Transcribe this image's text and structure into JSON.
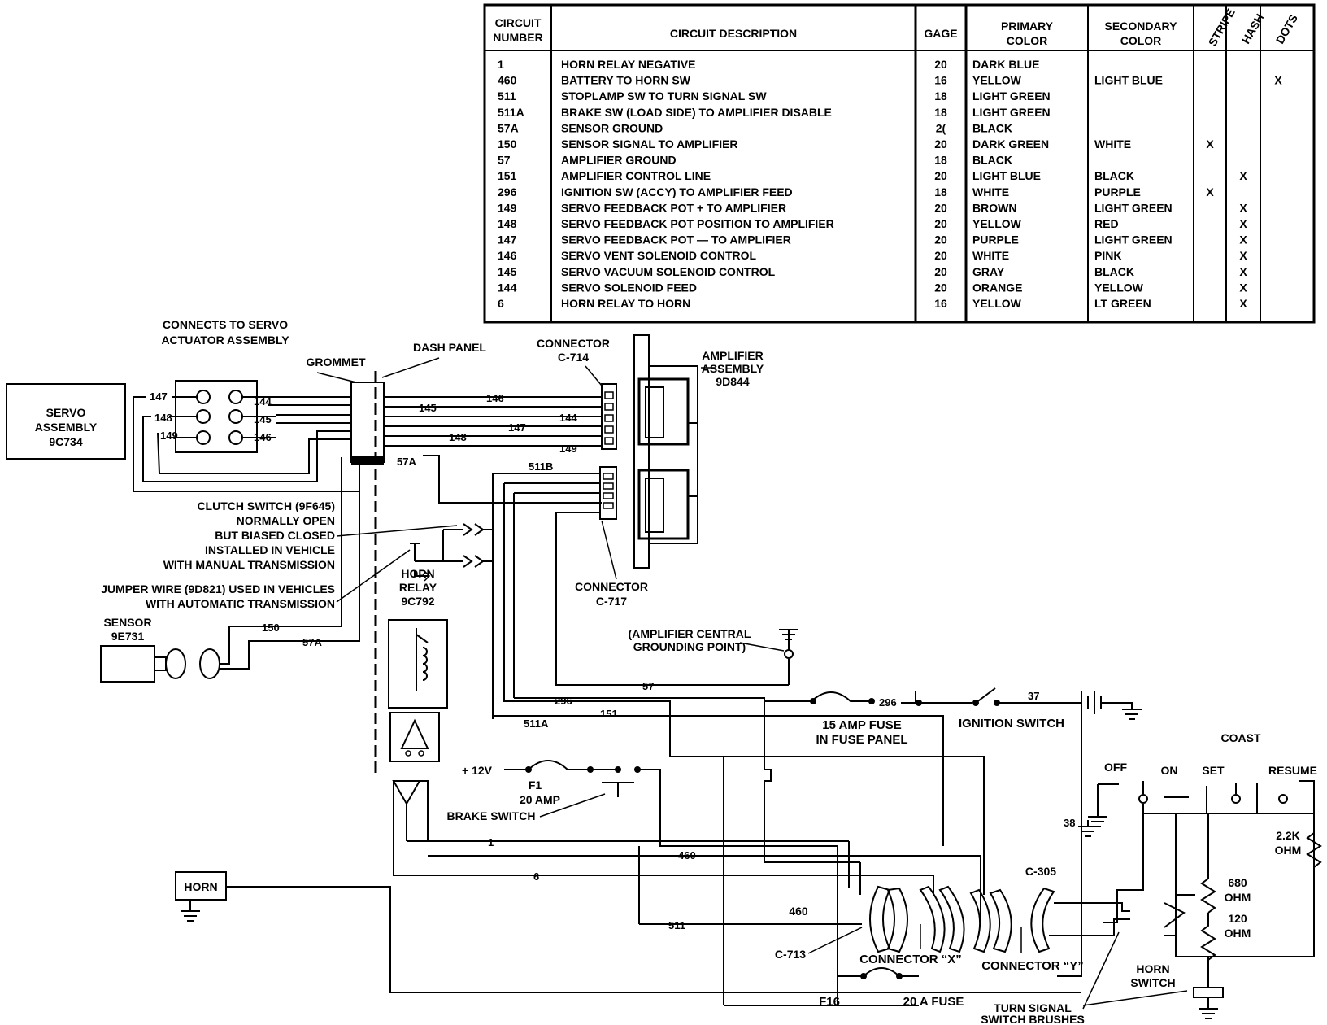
{
  "table": {
    "headers": [
      "CIRCUIT NUMBER",
      "CIRCUIT DESCRIPTION",
      "GAGE",
      "PRIMARY COLOR",
      "SECONDARY COLOR",
      "STRIPE",
      "HASH",
      "DOTS"
    ],
    "rows": [
      {
        "num": "1",
        "desc": "HORN RELAY NEGATIVE",
        "gage": "20",
        "primary": "DARK BLUE",
        "secondary": "",
        "stripe": "",
        "hash": "",
        "dots": ""
      },
      {
        "num": "460",
        "desc": "BATTERY TO HORN SW",
        "gage": "16",
        "primary": "YELLOW",
        "secondary": "LIGHT BLUE",
        "stripe": "",
        "hash": "",
        "dots": "X"
      },
      {
        "num": "511",
        "desc": "STOPLAMP SW TO TURN SIGNAL SW",
        "gage": "18",
        "primary": "LIGHT GREEN",
        "secondary": "",
        "stripe": "",
        "hash": "",
        "dots": ""
      },
      {
        "num": "511A",
        "desc": "BRAKE SW (LOAD SIDE) TO AMPLIFIER DISABLE",
        "gage": "18",
        "primary": "LIGHT GREEN",
        "secondary": "",
        "stripe": "",
        "hash": "",
        "dots": ""
      },
      {
        "num": "57A",
        "desc": "SENSOR GROUND",
        "gage": "2(",
        "primary": "BLACK",
        "secondary": "",
        "stripe": "",
        "hash": "",
        "dots": ""
      },
      {
        "num": "150",
        "desc": "SENSOR SIGNAL TO AMPLIFIER",
        "gage": "20",
        "primary": "DARK GREEN",
        "secondary": "WHITE",
        "stripe": "X",
        "hash": "",
        "dots": ""
      },
      {
        "num": "57",
        "desc": "AMPLIFIER GROUND",
        "gage": "18",
        "primary": "BLACK",
        "secondary": "",
        "stripe": "",
        "hash": "",
        "dots": ""
      },
      {
        "num": "151",
        "desc": "AMPLIFIER CONTROL LINE",
        "gage": "20",
        "primary": "LIGHT BLUE",
        "secondary": "BLACK",
        "stripe": "",
        "hash": "X",
        "dots": ""
      },
      {
        "num": "296",
        "desc": "IGNITION SW (ACCY) TO AMPLIFIER FEED",
        "gage": "18",
        "primary": "WHITE",
        "secondary": "PURPLE",
        "stripe": "X",
        "hash": "",
        "dots": ""
      },
      {
        "num": "149",
        "desc": "SERVO FEEDBACK POT + TO AMPLIFIER",
        "gage": "20",
        "primary": "BROWN",
        "secondary": "LIGHT GREEN",
        "stripe": "",
        "hash": "X",
        "dots": ""
      },
      {
        "num": "148",
        "desc": "SERVO FEEDBACK POT POSITION TO AMPLIFIER",
        "gage": "20",
        "primary": "YELLOW",
        "secondary": "RED",
        "stripe": "",
        "hash": "X",
        "dots": ""
      },
      {
        "num": "147",
        "desc": "SERVO FEEDBACK POT — TO AMPLIFIER",
        "gage": "20",
        "primary": "PURPLE",
        "secondary": "LIGHT GREEN",
        "stripe": "",
        "hash": "X",
        "dots": ""
      },
      {
        "num": "146",
        "desc": "SERVO VENT SOLENOID CONTROL",
        "gage": "20",
        "primary": "WHITE",
        "secondary": "PINK",
        "stripe": "",
        "hash": "X",
        "dots": ""
      },
      {
        "num": "145",
        "desc": "SERVO VACUUM SOLENOID CONTROL",
        "gage": "20",
        "primary": "GRAY",
        "secondary": "BLACK",
        "stripe": "",
        "hash": "X",
        "dots": ""
      },
      {
        "num": "144",
        "desc": "SERVO SOLENOID FEED",
        "gage": "20",
        "primary": "ORANGE",
        "secondary": "YELLOW",
        "stripe": "",
        "hash": "X",
        "dots": ""
      },
      {
        "num": "6",
        "desc": "HORN RELAY TO HORN",
        "gage": "16",
        "primary": "YELLOW",
        "secondary": "LT GREEN",
        "stripe": "",
        "hash": "X",
        "dots": ""
      }
    ]
  },
  "labels": {
    "servo_actuator_1": "CONNECTS TO SERVO",
    "servo_actuator_2": "ACTUATOR ASSEMBLY",
    "grommet": "GROMMET",
    "dash_panel": "DASH PANEL",
    "connector_c714_1": "CONNECTOR",
    "connector_c714_2": "C-714",
    "amplifier_1": "AMPLIFIER",
    "amplifier_2": "ASSEMBLY",
    "amplifier_3": "9D844",
    "servo_1": "SERVO",
    "servo_2": "ASSEMBLY",
    "servo_3": "9C734",
    "clutch_1": "CLUTCH SWITCH (9F645)",
    "clutch_2": "NORMALLY OPEN",
    "clutch_3": "BUT BIASED CLOSED",
    "clutch_4": "INSTALLED IN VEHICLE",
    "clutch_5": "WITH MANUAL TRANSMISSION",
    "jumper_1": "JUMPER WIRE (9D821) USED IN VEHICLES",
    "jumper_2": "WITH AUTOMATIC TRANSMISSION",
    "sensor_1": "SENSOR",
    "sensor_2": "9E731",
    "horn_relay_1": "HORN",
    "horn_relay_2": "RELAY",
    "horn_relay_3": "9C792",
    "connector_c717_1": "CONNECTOR",
    "connector_c717_2": "C-717",
    "amp_ground_1": "(AMPLIFIER CENTRAL",
    "amp_ground_2": "GROUNDING POINT)",
    "fuse15_1": "15 AMP FUSE",
    "fuse15_2": "IN FUSE PANEL",
    "ignition": "IGNITION SWITCH",
    "plus12v": "+ 12V",
    "f1": "F1",
    "amp20": "20 AMP",
    "brake_switch": "BRAKE SWITCH",
    "horn": "HORN",
    "off": "OFF",
    "on": "ON",
    "set": "SET",
    "coast": "COAST",
    "resume": "RESUME",
    "ohm22k_1": "2.2K",
    "ohm22k_2": "OHM",
    "ohm680_1": "680",
    "ohm680_2": "OHM",
    "ohm120_1": "120",
    "ohm120_2": "OHM",
    "horn_switch_1": "HORN",
    "horn_switch_2": "SWITCH",
    "c305": "C-305",
    "c713": "C-713",
    "connector_x": "CONNECTOR “X”",
    "connector_y": "CONNECTOR “Y”",
    "fuse20a": "20 A FUSE",
    "f16": "F16",
    "tsb_1": "TURN SIGNAL",
    "tsb_2": "SWITCH BRUSHES"
  },
  "wires": {
    "w147": "147",
    "w148": "148",
    "w149": "149",
    "w144": "144",
    "w145": "145",
    "w146": "146",
    "w146b": "146",
    "w145b": "145",
    "w144b": "144",
    "w147b": "147",
    "w148b": "148",
    "w149b": "149",
    "w57A": "57A",
    "w511B": "511B",
    "w150": "150",
    "w57Ab": "57A",
    "w57": "57",
    "w296": "296",
    "w151": "151",
    "w511A": "511A",
    "w296b": "296",
    "w37": "37",
    "w1": "1",
    "w460": "460",
    "w6": "6",
    "w511": "511",
    "w460b": "460",
    "w38": "38"
  }
}
